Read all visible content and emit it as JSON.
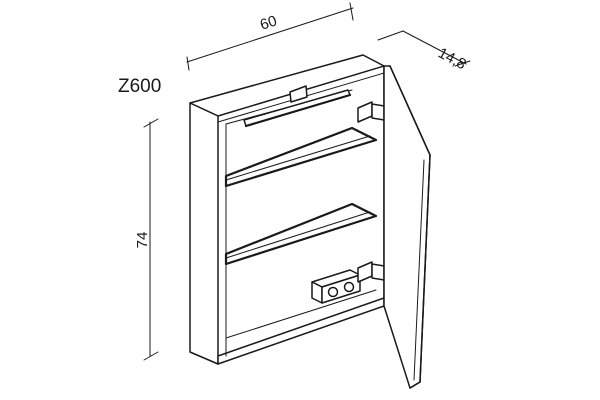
{
  "model": "Z600",
  "dimensions": {
    "width": "60",
    "depth": "14,8",
    "height": "74"
  },
  "colors": {
    "line": "#1a1a1a",
    "background": "#ffffff"
  }
}
